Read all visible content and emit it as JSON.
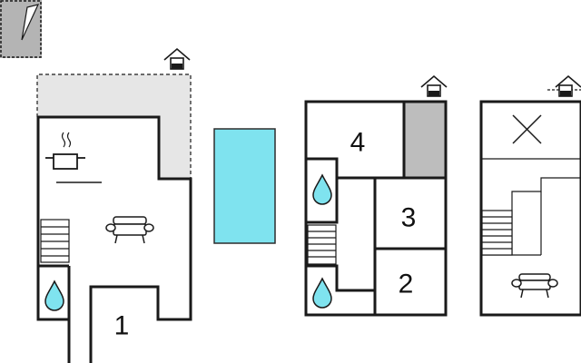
{
  "colors": {
    "terrace": "#e6e6e6",
    "pool": "#7fe3ef",
    "pool_stroke": "#2d2d2d",
    "water": "#7fe3ef",
    "compass": "#b4b4b4",
    "shaded_room": "#bdbdbd",
    "walls": "#1a1a1a"
  },
  "icons": {
    "compass": "north-arrow-icon",
    "entrance": "house-entrance-icon",
    "kitchen": "cooking-pot-icon",
    "sofa": "sofa-icon",
    "shower": "water-drop-icon",
    "stairs": "stairs-icon",
    "void": "cross-icon"
  },
  "rooms": [
    {
      "label": "1"
    },
    {
      "label": "4"
    },
    {
      "label": "3"
    },
    {
      "label": "2"
    }
  ]
}
